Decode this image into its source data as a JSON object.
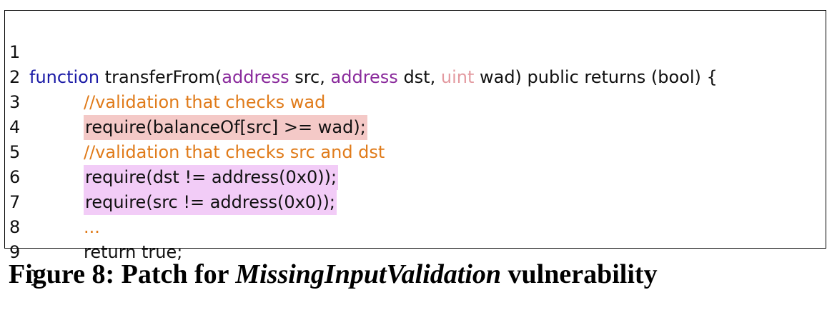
{
  "code": {
    "lines": [
      {
        "number": "1",
        "parts": {
          "keyword": "function",
          "name": " transferFrom(",
          "type1": "address",
          "p1": " src, ",
          "type2": "address",
          "p2": " dst, ",
          "type3": "uint",
          "p3": " wad) public returns (bool) {"
        }
      },
      {
        "number": "2",
        "text": "//validation that checks wad"
      },
      {
        "number": "3",
        "text": "require(balanceOf[src] >= wad);"
      },
      {
        "number": "4",
        "text": "//validation that checks src and dst"
      },
      {
        "number": "5",
        "text": "require(dst != address(0x0));"
      },
      {
        "number": "6",
        "text": "require(src != address(0x0));"
      },
      {
        "number": "7",
        "text": "..."
      },
      {
        "number": "8",
        "text": "return true;"
      },
      {
        "number": "9",
        "text": "}"
      }
    ],
    "colors": {
      "keyword": "#1a1aa6",
      "type": "#8a2a9c",
      "uint": "#e39aa0",
      "comment": "#e07b1a",
      "highlight_red": "#f4c9c7",
      "highlight_purple": "#f2ccf7"
    }
  },
  "caption": {
    "prefix": "Figure 8: Patch for ",
    "emphasis": "MissingInputValidation",
    "suffix": " vulnerability"
  }
}
